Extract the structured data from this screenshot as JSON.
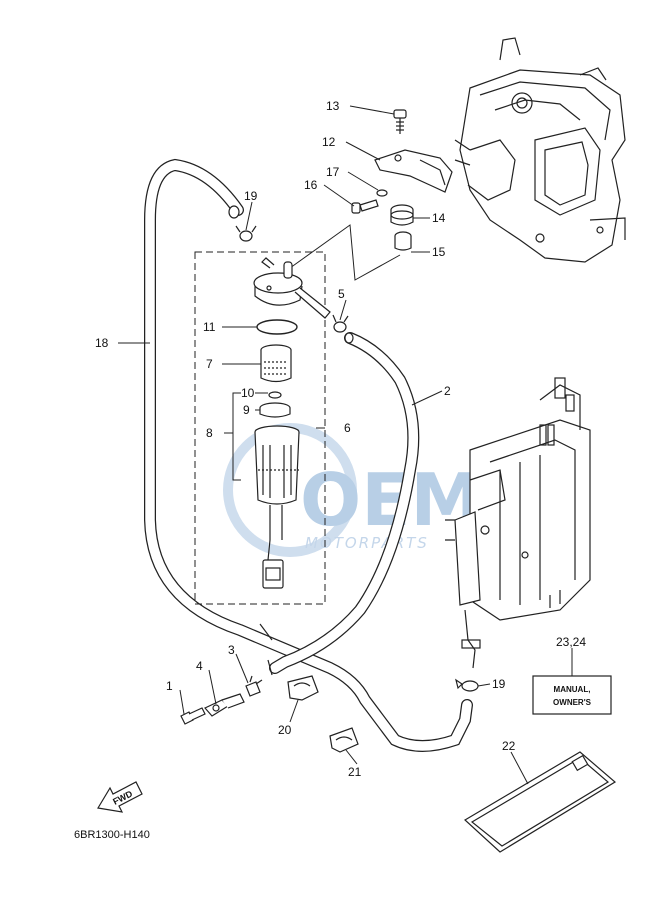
{
  "diagram": {
    "code": "6BR1300-H140",
    "watermark": {
      "main": "OEM",
      "sub": "MOTORPARTS"
    },
    "fwd_label": "FWD",
    "manual_label": {
      "line1": "MANUAL,",
      "line2": "OWNER'S"
    },
    "callouts": {
      "c1": "1",
      "c2": "2",
      "c3": "3",
      "c4": "4",
      "c5": "5",
      "c6": "6",
      "c7": "7",
      "c8": "8",
      "c9": "9",
      "c10": "10",
      "c11": "11",
      "c12": "12",
      "c13": "13",
      "c14": "14",
      "c15": "15",
      "c16": "16",
      "c17": "17",
      "c18": "18",
      "c19a": "19",
      "c19b": "19",
      "c20": "20",
      "c21": "21",
      "c22": "22",
      "c2324": "23,24"
    }
  }
}
